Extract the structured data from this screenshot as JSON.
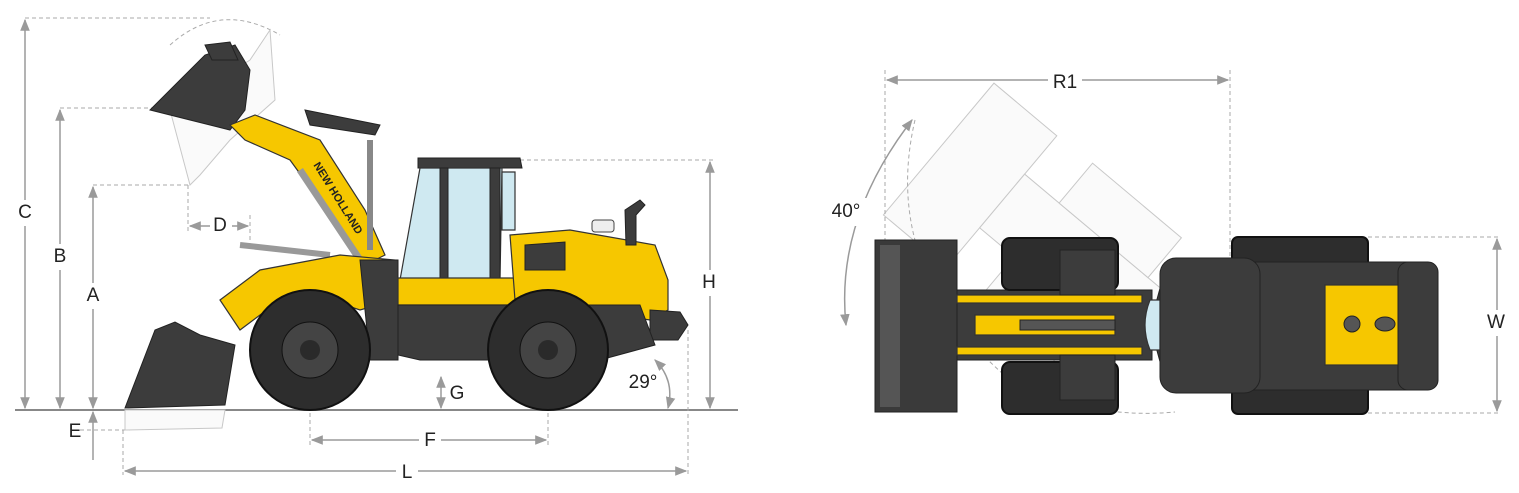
{
  "brand": "NEW HOLLAND",
  "side_view": {
    "labels": {
      "C": "C",
      "B": "B",
      "A": "A",
      "D": "D",
      "E": "E",
      "L": "L",
      "F": "F",
      "G": "G",
      "H": "H"
    },
    "departure_angle": "29°"
  },
  "top_view": {
    "labels": {
      "R1": "R1",
      "W": "W"
    },
    "articulation_angle": "40°"
  },
  "colors": {
    "body": "#f6c700",
    "frame": "#3c3c3c",
    "glass": "#cfe9f1",
    "dimension": "#9a9a9a"
  }
}
